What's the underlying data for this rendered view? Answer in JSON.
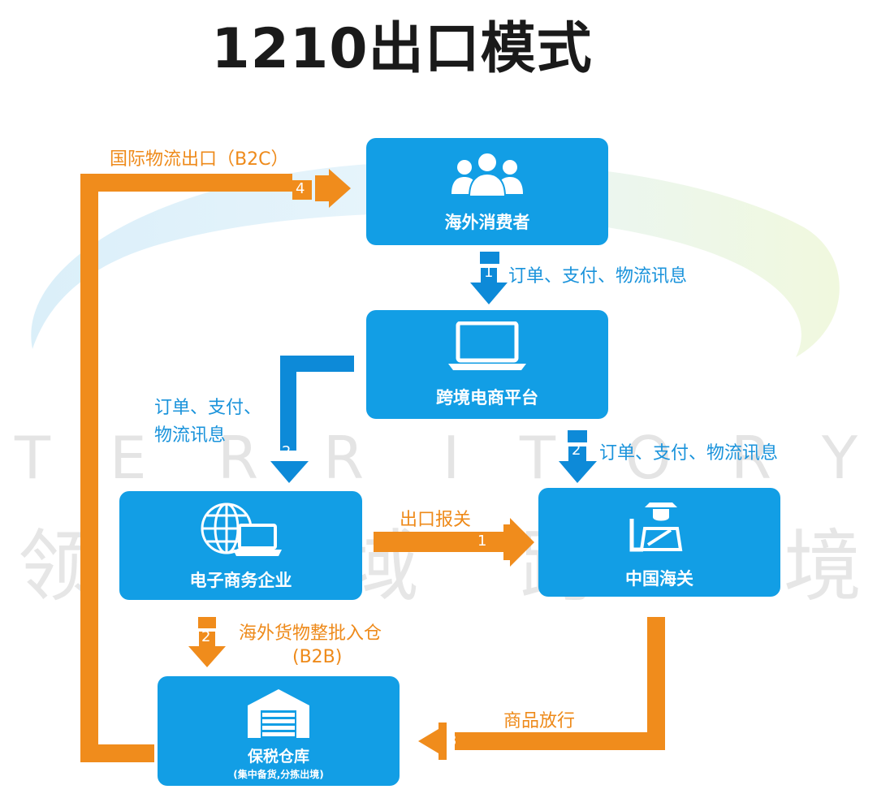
{
  "title": "1210出口模式",
  "watermark": {
    "letters": [
      "T",
      "E",
      "R",
      "R",
      "I",
      "T",
      "O",
      "R",
      "Y"
    ],
    "chars": [
      "领",
      "域",
      "跨",
      "境"
    ]
  },
  "nodes": {
    "consumer": {
      "label": "海外消费者",
      "icon": "people-icon"
    },
    "platform": {
      "label": "跨境电商平台",
      "icon": "laptop-icon"
    },
    "enterprise": {
      "label": "电子商务企业",
      "icon": "globe-laptop-icon"
    },
    "customs": {
      "label": "中国海关",
      "icon": "customs-officer-icon"
    },
    "warehouse": {
      "label": "保税仓库",
      "sublabel": "(集中备货,分拣出境)",
      "icon": "warehouse-icon"
    }
  },
  "edges": {
    "intl_logistics": {
      "label": "国际物流出口（B2C）",
      "step": "4"
    },
    "consumer_to_platform": {
      "label": "订单、支付、物流讯息",
      "step": "1"
    },
    "platform_to_enterprise": {
      "label_line1": "订单、支付、",
      "label_line2": "物流讯息",
      "step": "2"
    },
    "platform_to_customs": {
      "label": "订单、支付、物流讯息",
      "step": "2"
    },
    "export_declaration": {
      "label": "出口报关",
      "step": "1"
    },
    "bulk_warehousing": {
      "label_line1": "海外货物整批入仓",
      "label_line2": "(B2B)",
      "step": "2"
    },
    "goods_release": {
      "label": "商品放行",
      "step": "3"
    }
  },
  "colors": {
    "node_fill": "#129ee5",
    "blue_arrow": "#0d8ad8",
    "orange_arrow": "#f08c1c",
    "title": "#1a1a1a"
  }
}
